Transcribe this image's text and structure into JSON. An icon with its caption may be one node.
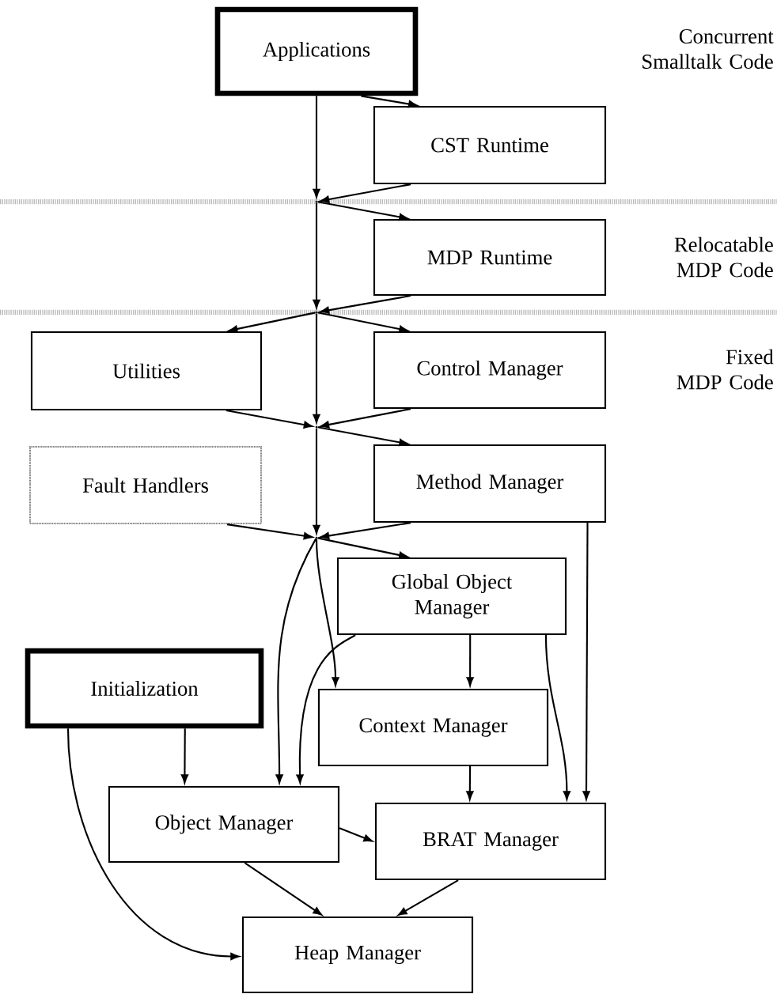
{
  "diagram": {
    "nodes": [
      {
        "text": [
          "Applications"
        ]
      },
      {
        "text": [
          "CST Runtime"
        ]
      },
      {
        "text": [
          "MDP Runtime"
        ]
      },
      {
        "text": [
          "Utilities"
        ]
      },
      {
        "text": [
          "Control Manager"
        ]
      },
      {
        "text": [
          "Fault Handlers"
        ]
      },
      {
        "text": [
          "Method Manager"
        ]
      },
      {
        "text": [
          "Global Object Manager"
        ]
      },
      {
        "text": [
          "Initialization"
        ]
      },
      {
        "text": [
          "Context Manager"
        ]
      },
      {
        "text": [
          "Object Manager"
        ]
      },
      {
        "text": [
          "BRAT Manager"
        ]
      },
      {
        "text": [
          "Heap Manager"
        ]
      },
      {
        "text": [],
        "shape": "point"
      },
      {
        "text": [],
        "shape": "point"
      },
      {
        "text": [],
        "shape": "point"
      },
      {
        "text": [],
        "shape": "point"
      }
    ],
    "edges": [
      {
        "from": 0,
        "to": 13,
        "arrow": "to"
      },
      {
        "from": 1,
        "to": 13,
        "arrow": "to"
      },
      {
        "from": 0,
        "to": 1,
        "arrow": "to"
      },
      {
        "from": 13,
        "to": 2,
        "arrow": "to"
      },
      {
        "from": 13,
        "to": 14,
        "arrow": "to"
      },
      {
        "from": 2,
        "to": 14,
        "arrow": "to"
      },
      {
        "from": 14,
        "to": 3,
        "arrow": "to"
      },
      {
        "from": 14,
        "to": 4,
        "arrow": "to"
      },
      {
        "from": 14,
        "to": 15,
        "arrow": "to"
      },
      {
        "from": 3,
        "to": 15,
        "arrow": "to"
      },
      {
        "from": 4,
        "to": 15,
        "arrow": "to"
      },
      {
        "from": 15,
        "to": 6,
        "arrow": "to"
      },
      {
        "from": 15,
        "to": 16,
        "arrow": "to"
      },
      {
        "from": 5,
        "to": 16,
        "arrow": "to"
      },
      {
        "from": 6,
        "to": 16,
        "arrow": "to"
      },
      {
        "from": 16,
        "to": 7,
        "arrow": "to"
      },
      {
        "from": 16,
        "to": 9,
        "arrow": "to"
      },
      {
        "from": 16,
        "to": 10,
        "arrow": "to"
      },
      {
        "from": 6,
        "to": 11,
        "arrow": "to"
      },
      {
        "from": 7,
        "to": 9,
        "arrow": "to"
      },
      {
        "from": 7,
        "to": 10,
        "arrow": "to"
      },
      {
        "from": 7,
        "to": 11,
        "arrow": "to"
      },
      {
        "from": 8,
        "to": 10,
        "arrow": "to"
      },
      {
        "from": 8,
        "to": 12,
        "arrow": "to"
      },
      {
        "from": 9,
        "to": 11,
        "arrow": "to"
      },
      {
        "from": 10,
        "to": 11,
        "arrow": "to"
      },
      {
        "from": 10,
        "to": 12,
        "arrow": "to"
      },
      {
        "from": 11,
        "to": 12,
        "arrow": "to"
      }
    ],
    "labels": [
      "Concurrent Smalltalk Code",
      "Relocatable MDP Code",
      "Fixed MDP Code"
    ]
  }
}
